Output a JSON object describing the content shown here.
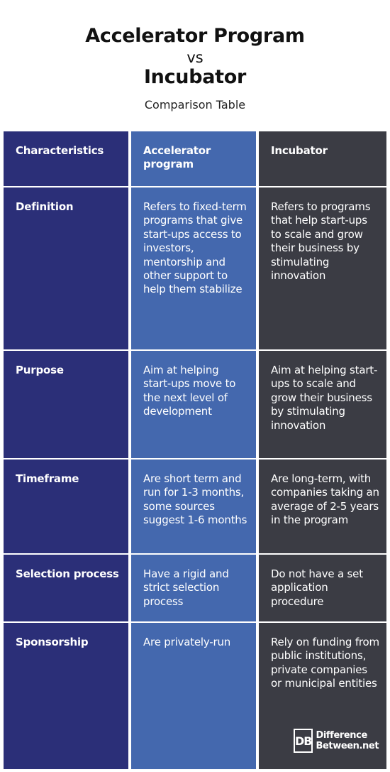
{
  "header": {
    "title_1": "Accelerator Program",
    "vs": "vs",
    "title_2": "Incubator",
    "subtitle": "Comparison Table"
  },
  "table": {
    "columns": [
      "Characteristics",
      "Accelerator program",
      "Incubator"
    ],
    "rows": [
      {
        "label": "Definition",
        "accelerator": "Refers to fixed-term programs that give start-ups access to investors, mentorship and other support to help them stabilize",
        "incubator": "Refers to programs that help start-ups to scale and grow their business by stimulating innovation"
      },
      {
        "label": "Purpose",
        "accelerator": "Aim at helping start-ups move to the next level of development",
        "incubator": "Aim at helping start-ups to scale and grow their business by stimulating innovation"
      },
      {
        "label": "Timeframe",
        "accelerator": "Are short term and run for 1-3 months, some sources suggest 1-6 months",
        "incubator": "Are long-term, with companies taking an average of 2-5 years in the program"
      },
      {
        "label": "Selection process",
        "accelerator": "Have a rigid and strict selection process",
        "incubator": "Do not have a set application procedure"
      },
      {
        "label": "Sponsorship",
        "accelerator": "Are privately-run",
        "incubator": "Rely on funding from public institutions, private companies or municipal entities"
      }
    ]
  },
  "logo": {
    "mark": "DB",
    "line_1": "Difference",
    "line_2": "Between.net"
  },
  "colors": {
    "characteristics_column": "#2b2f78",
    "accelerator_column": "#4468ae",
    "incubator_column": "#3b3c44"
  }
}
